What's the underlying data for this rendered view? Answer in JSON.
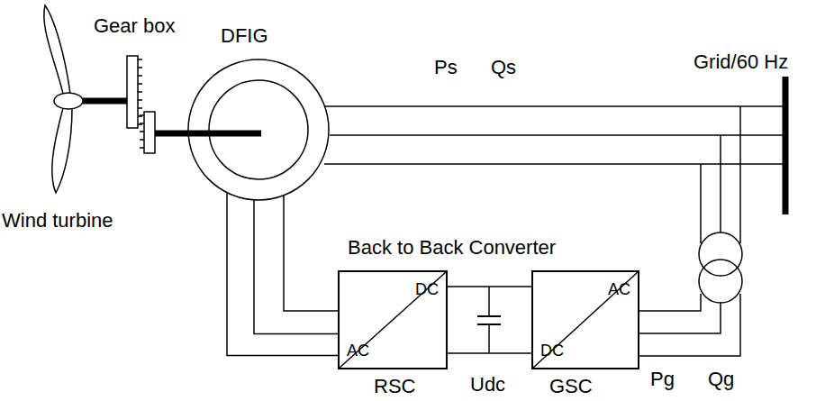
{
  "diagram": {
    "nodes": [
      {
        "text": [
          "DFIG"
        ]
      },
      {
        "text": [
          "AC",
          "DC",
          "RSC"
        ]
      },
      {
        "text": [
          "DC",
          "AC",
          "GSC"
        ]
      }
    ],
    "edges": [
      {
        "from": 0,
        "to": 1,
        "arrow": "none"
      },
      {
        "from": 1,
        "to": 2,
        "arrow": "none"
      }
    ],
    "labels": [
      "Gear box",
      "Wind turbine",
      "Ps",
      "Qs",
      "Grid/60 Hz",
      "Back to Back Converter",
      "Udc",
      "Pg",
      "Qg"
    ]
  }
}
